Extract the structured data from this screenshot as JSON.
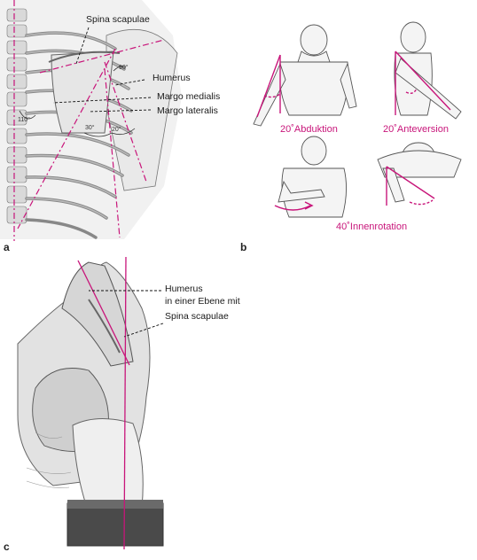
{
  "panels": {
    "a": {
      "letter": "a",
      "labels": {
        "spina": "Spina scapulae",
        "humerus": "Humerus",
        "margo_medialis": "Margo medialis",
        "margo_lateralis": "Margo lateralis"
      },
      "angles": {
        "a90": "90°",
        "a110": "110°",
        "a30": "30°",
        "a20": "20°"
      }
    },
    "b": {
      "letter": "b",
      "captions": {
        "abduktion": "20˚Abduktion",
        "anteversion": "20˚Anteversion",
        "innenrotation": "40˚Innenrotation"
      }
    },
    "c": {
      "letter": "c",
      "labels": {
        "humerus": "Humerus",
        "ebene": "in einer Ebene mit",
        "spina": "Spina scapulae"
      }
    }
  },
  "colors": {
    "accent": "#c8157a",
    "bone_fill": "#e4e4e4",
    "outline": "#555555"
  }
}
